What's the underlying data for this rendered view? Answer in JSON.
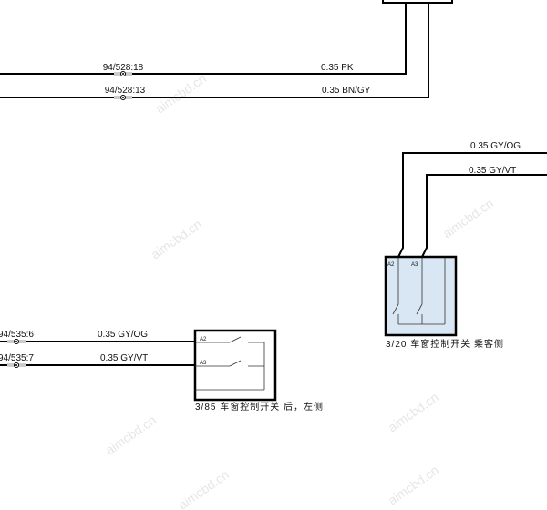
{
  "wires": {
    "pk": {
      "connector": "94/528:18",
      "label": "0.35 PK"
    },
    "bngy": {
      "connector": "94/528:13",
      "label": "0.35 BN/GY"
    },
    "left_gyog": {
      "connector": "94/535:6",
      "label": "0.35 GY/OG"
    },
    "left_gyvt": {
      "connector": "94/535:7",
      "label": "0.35 GY/VT"
    },
    "right_gyog": {
      "label": "0.35 GY/OG"
    },
    "right_gyvt": {
      "label": "0.35 GY/VT"
    }
  },
  "components": {
    "rear_left_switch": {
      "label": "3/85  车窗控制开关 后，左侧",
      "pin_a2": "A2",
      "pin_a3": "A3"
    },
    "passenger_switch": {
      "label": "3/20  车窗控制开关 乘客侧",
      "pin_a2": "A2",
      "pin_a3": "A3",
      "fill": "#d9e6f3"
    }
  },
  "watermark": "aimcbd.cn"
}
